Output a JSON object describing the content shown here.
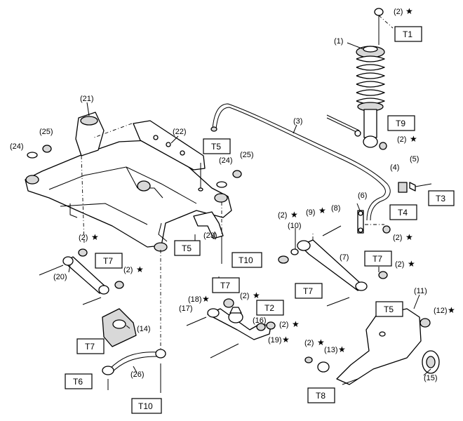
{
  "callouts": [
    {
      "id": "c1",
      "label": "(1)"
    },
    {
      "id": "c2a",
      "label": "(2)"
    },
    {
      "id": "c3",
      "label": "(3)"
    },
    {
      "id": "c2b",
      "label": "(2)"
    },
    {
      "id": "c4",
      "label": "(4)"
    },
    {
      "id": "c5",
      "label": "(5)"
    },
    {
      "id": "c6",
      "label": "(6)"
    },
    {
      "id": "c2c",
      "label": "(2)"
    },
    {
      "id": "c9",
      "label": "(9)"
    },
    {
      "id": "c8",
      "label": "(8)"
    },
    {
      "id": "c10",
      "label": "(10)"
    },
    {
      "id": "c2d",
      "label": "(2)"
    },
    {
      "id": "c7",
      "label": "(7)"
    },
    {
      "id": "c2e",
      "label": "(2)"
    },
    {
      "id": "c21",
      "label": "(21)"
    },
    {
      "id": "c22",
      "label": "(22)"
    },
    {
      "id": "c25a",
      "label": "(25)"
    },
    {
      "id": "c24a",
      "label": "(24)"
    },
    {
      "id": "c24b",
      "label": "(24)"
    },
    {
      "id": "c25b",
      "label": "(25)"
    },
    {
      "id": "c23",
      "label": "(23)"
    },
    {
      "id": "c2f",
      "label": "(2)"
    },
    {
      "id": "c2g",
      "label": "(2)"
    },
    {
      "id": "c20",
      "label": "(20)"
    },
    {
      "id": "c18",
      "label": "(18)"
    },
    {
      "id": "c2h",
      "label": "(2)"
    },
    {
      "id": "c17",
      "label": "(17)"
    },
    {
      "id": "c16",
      "label": "(16)"
    },
    {
      "id": "c2i",
      "label": "(2)"
    },
    {
      "id": "c19",
      "label": "(19)"
    },
    {
      "id": "c14",
      "label": "(14)"
    },
    {
      "id": "c26",
      "label": "(26)"
    },
    {
      "id": "c11",
      "label": "(11)"
    },
    {
      "id": "c12",
      "label": "(12)"
    },
    {
      "id": "c2j",
      "label": "(2)"
    },
    {
      "id": "c13",
      "label": "(13)"
    },
    {
      "id": "c15",
      "label": "(15)"
    }
  ],
  "torque_boxes": [
    {
      "id": "t1",
      "label": "T1"
    },
    {
      "id": "t9",
      "label": "T9"
    },
    {
      "id": "t3",
      "label": "T3"
    },
    {
      "id": "t4",
      "label": "T4"
    },
    {
      "id": "t5a",
      "label": "T5"
    },
    {
      "id": "t5b",
      "label": "T5"
    },
    {
      "id": "t10a",
      "label": "T10"
    },
    {
      "id": "t7a",
      "label": "T7"
    },
    {
      "id": "t7b",
      "label": "T7"
    },
    {
      "id": "t7c",
      "label": "T7"
    },
    {
      "id": "t7d",
      "label": "T7"
    },
    {
      "id": "t2",
      "label": "T2"
    },
    {
      "id": "t5c",
      "label": "T5"
    },
    {
      "id": "t7e",
      "label": "T7"
    },
    {
      "id": "t6",
      "label": "T6"
    },
    {
      "id": "t10b",
      "label": "T10"
    },
    {
      "id": "t8",
      "label": "T8"
    }
  ],
  "star_symbol": "★"
}
